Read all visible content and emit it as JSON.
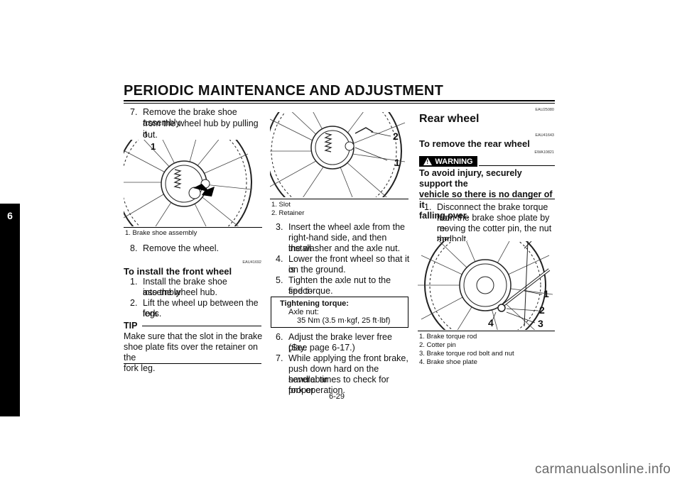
{
  "header": {
    "title": "PERIODIC MAINTENANCE AND ADJUSTMENT"
  },
  "tab": {
    "label": "6"
  },
  "col1": {
    "step7_num": "7.",
    "step7_lines": [
      "Remove the brake shoe assembly",
      "from the wheel hub by pulling it",
      "out."
    ],
    "figure": {
      "callout": "1",
      "caption": "1. Brake shoe assembly"
    },
    "step8_num": "8.",
    "step8_text": "Remove the wheel.",
    "code": "EAU41692",
    "install_heading": "To install the front wheel",
    "install_steps": [
      {
        "num": "1.",
        "lines": [
          "Install the brake shoe assembly",
          "into the wheel hub."
        ]
      },
      {
        "num": "2.",
        "lines": [
          "Lift the wheel up between the fork",
          "legs."
        ]
      }
    ],
    "tip_label": "TIP",
    "tip_lines": [
      "Make sure that the slot in the brake",
      "shoe plate fits over the retainer on the",
      "fork leg."
    ]
  },
  "col2": {
    "figure": {
      "callout_1": "1",
      "callout_2": "2",
      "captions": [
        "1. Slot",
        "2. Retainer"
      ]
    },
    "steps_a": [
      {
        "num": "3.",
        "lines": [
          "Insert the wheel axle from the",
          "right-hand side, and then install",
          "the washer and the axle nut."
        ]
      },
      {
        "num": "4.",
        "lines": [
          "Lower the front wheel so that it is",
          "on the ground."
        ]
      },
      {
        "num": "5.",
        "lines": [
          "Tighten the axle nut to the speci-",
          "fied torque."
        ]
      }
    ],
    "torque": {
      "title": "Tightening torque:",
      "item": "Axle nut:",
      "value": "35 Nm (3.5 m·kgf, 25 ft·lbf)"
    },
    "steps_b": [
      {
        "num": "6.",
        "lines": [
          "Adjust the brake lever free play.",
          "(See page 6-17.)"
        ]
      },
      {
        "num": "7.",
        "lines": [
          "While applying the front brake,",
          "push down hard on the handlebar",
          "several times to check for proper",
          "fork operation."
        ]
      }
    ]
  },
  "col3": {
    "code_top": "EAU25080",
    "rear_heading": "Rear wheel",
    "code_remove": "EAU41643",
    "remove_heading": "To remove the rear wheel",
    "warning_label": "WARNING",
    "warning_code": "EWA10821",
    "warning_lines": [
      "To avoid injury, securely support the",
      "vehicle so there is no danger of it",
      "falling over."
    ],
    "step1_num": "1.",
    "step1_lines": [
      "Disconnect the brake torque rod",
      "from the brake shoe plate by re-",
      "moving the cotter pin, the nut and",
      "the bolt."
    ],
    "figure": {
      "callout_1": "1",
      "callout_2": "2",
      "callout_3": "3",
      "callout_4": "4",
      "captions": [
        "1. Brake torque rod",
        "2. Cotter pin",
        "3. Brake torque rod bolt and nut",
        "4. Brake shoe plate"
      ]
    }
  },
  "footer": {
    "page": "6-29",
    "watermark": "carmanualsonline.info"
  }
}
